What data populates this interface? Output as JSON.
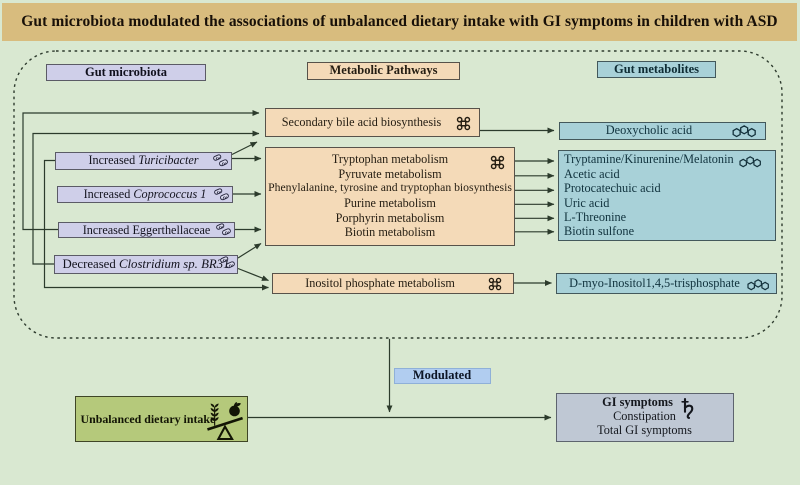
{
  "title": "Gut microbiota modulated the associations of unbalanced dietary intake with GI symptoms in children with ASD",
  "column_headers": {
    "microbiota": "Gut microbiota",
    "pathways": "Metabolic Pathways",
    "metabolites": "Gut metabolites"
  },
  "microbiota": {
    "items": [
      {
        "prefix": "Increased ",
        "name": "Turicibacter",
        "italic": true,
        "icon": "bacteria-icon"
      },
      {
        "prefix": "Increased ",
        "name": "Coprococcus 1",
        "italic": true,
        "icon": "bacteria-icon"
      },
      {
        "prefix": "Increased ",
        "name": "Eggerthellaceae",
        "italic": false,
        "icon": "bacteria-icon"
      },
      {
        "prefix": "Decreased ",
        "name": "Clostridium sp. BR31",
        "italic": true,
        "icon": "bacteria-icon"
      }
    ]
  },
  "pathways": {
    "icon": "kegg-pathway-icon",
    "secondary": "Secondary bile acid biosynthesis",
    "multi": {
      "0": "Tryptophan metabolism",
      "1": "Pyruvate metabolism",
      "2": "Phenylalanine, tyrosine and tryptophan biosynthesis",
      "3": "Purine metabolism",
      "4": "Porphyrin metabolism",
      "5": "Biotin metabolism"
    },
    "inositol": "Inositol phosphate metabolism"
  },
  "metabolites": {
    "icon": "molecule-icon",
    "deoxycholic": "Deoxycholic acid",
    "multi": {
      "0": "Tryptamine/Kinurenine/Melatonin",
      "1": "Acetic acid",
      "2": "Protocatechuic acid",
      "3": "Uric acid",
      "4": "L-Threonine",
      "5": "Biotin sulfone"
    },
    "dmyo": "D-myo-Inositol1,4,5-trisphosphate"
  },
  "bottom": {
    "modulated": "Modulated",
    "diet": "Unbalanced dietary intake",
    "diet_icon": "unbalanced-scale-icon",
    "gi_title": "GI symptoms",
    "gi_icon": "intestine-icon",
    "gi_items": {
      "0": "Constipation",
      "1": "Total GI symptoms"
    }
  },
  "colors": {
    "background": "#d9e8d1",
    "title_bar": "#d8bc7e",
    "microbiota_fill": "#cfcfe9",
    "pathway_fill": "#f4dab8",
    "metabolite_fill": "#a8d1d8",
    "modulated_fill": "#b1cdf0",
    "diet_fill": "#b5c97b",
    "gi_fill": "#bfc8d4",
    "line": "#2c3b2c"
  }
}
